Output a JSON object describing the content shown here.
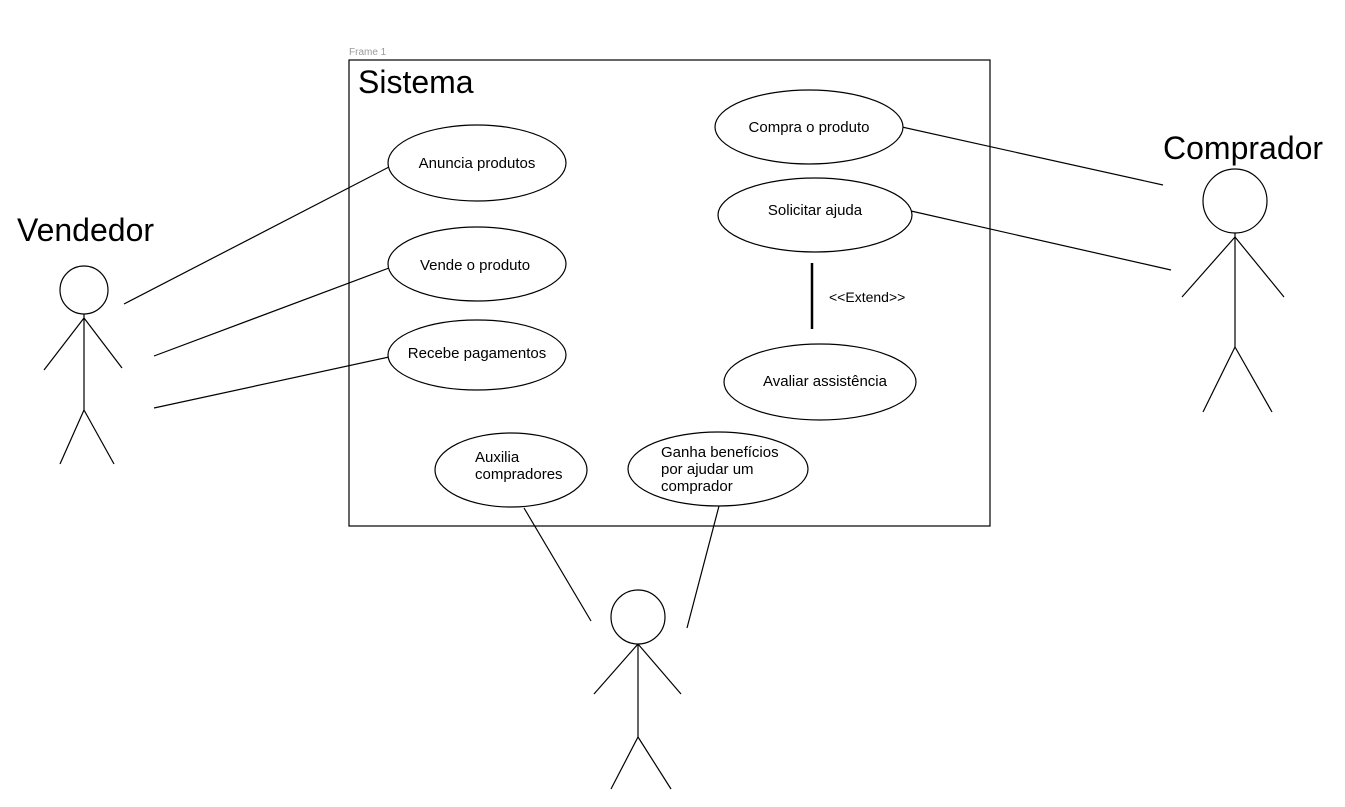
{
  "frame_label": "Frame 1",
  "system": {
    "title": "Sistema"
  },
  "actors": {
    "vendedor": "Vendedor",
    "comprador": "Comprador",
    "helper": ""
  },
  "use_cases": {
    "anuncia_produtos": [
      "Anuncia produtos"
    ],
    "vende_produto": [
      "Vende o produto"
    ],
    "recebe_pagamentos": [
      "Recebe pagamentos"
    ],
    "compra_produto": [
      "Compra o produto"
    ],
    "solicitar_ajuda": [
      "Solicitar ajuda"
    ],
    "avaliar_assistencia": [
      "Avaliar assistência"
    ],
    "auxilia_compradores": [
      "Auxilia",
      "compradores"
    ],
    "ganha_beneficios": [
      "Ganha benefícios",
      "por ajudar um",
      "comprador"
    ]
  },
  "relations": {
    "extend_label": "<<Extend>>"
  }
}
